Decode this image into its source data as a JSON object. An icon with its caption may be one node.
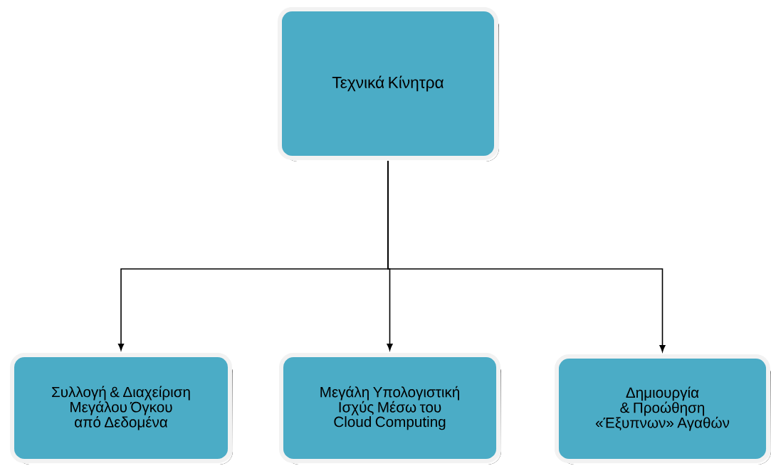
{
  "diagram": {
    "nodes": [
      {
        "text": [
          "Τεχνικά Κίνητρα"
        ]
      },
      {
        "text": [
          "Συλλογή & Διαχείριση Μεγάλου Όγκου από Δεδομένα"
        ]
      },
      {
        "text": [
          "Μεγάλη Υπολογιστική Ισχύς Μέσω του Cloud Computing"
        ]
      },
      {
        "text": [
          "Δημιουργία & Προώθηση «Έξυπνων» Αγαθών"
        ]
      }
    ],
    "edges": [
      {
        "from": 0,
        "to": 1,
        "arrow": "to"
      },
      {
        "from": 0,
        "to": 2,
        "arrow": "to"
      },
      {
        "from": 0,
        "to": 3,
        "arrow": "to"
      }
    ]
  }
}
